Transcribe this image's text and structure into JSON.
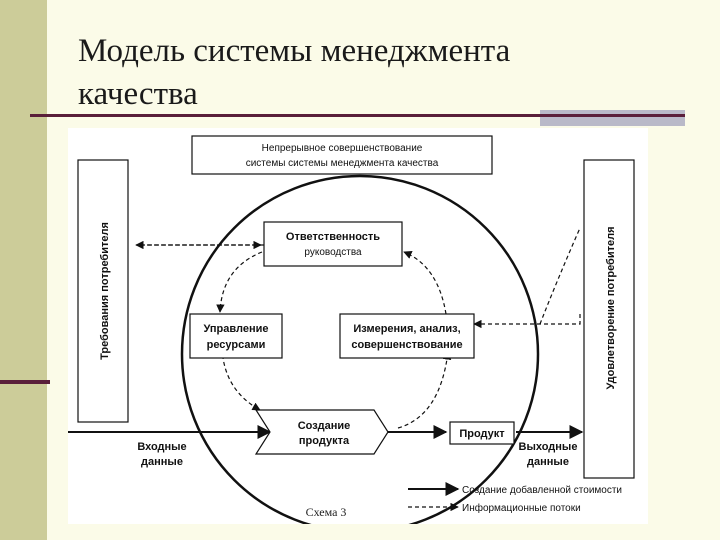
{
  "slide": {
    "title_line1": "Модель  системы менеджмента",
    "title_line2": "качества"
  },
  "diagram": {
    "top_box_line1": "Непрерывное совершенствование",
    "top_box_line2": "системы системы менеджмента качества",
    "responsibility_line1": "Ответственность",
    "responsibility_line2": "руководства",
    "resources_line1": "Управление",
    "resources_line2": "ресурсами",
    "measurement_line1": "Измерения, анализ,",
    "measurement_line2": "совершенствование",
    "creation_line1": "Создание",
    "creation_line2": "продукта",
    "product": "Продукт",
    "left_column": "Требования потребителя",
    "right_column": "Удовлетворение  потребителя",
    "input_line1": "Входные",
    "input_line2": "данные",
    "output_line1": "Выходные",
    "output_line2": "данные",
    "legend_solid": "Создание добавленной стоимости",
    "legend_dashed": "Информационные потоки",
    "caption": "Схема 3"
  },
  "colors": {
    "sidebar": "#cccc99",
    "rule": "#5a1f3a",
    "background": "#fbfbe8"
  }
}
